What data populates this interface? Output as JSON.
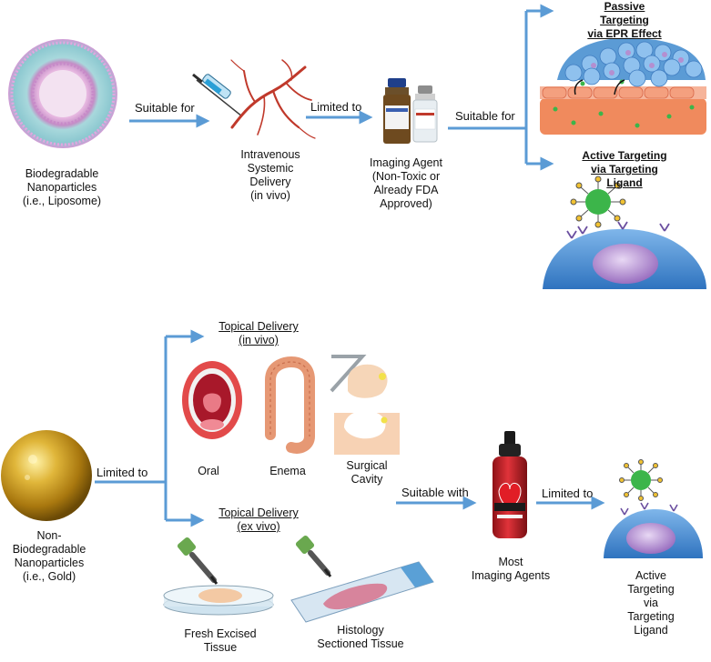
{
  "top": {
    "start_label": "Biodegradable\nNanoparticles\n(i.e., Liposome)",
    "arrow1_label": "Suitable for",
    "delivery_label": "Intravenous\nSystemic\nDelivery\n(in vivo)",
    "arrow2_label": "Limited to",
    "agent_label": "Imaging Agent\n(Non-Toxic or\nAlready FDA\nApproved)",
    "arrow3_label": "Suitable for",
    "passive_label": "Passive Targeting\nvia EPR Effect",
    "active_label": "Active Targeting\nvia Targeting Ligand"
  },
  "bottom": {
    "start_label": "Non-\nBiodegradable\nNanoparticles\n(i.e., Gold)",
    "arrow1_label": "Limited to",
    "topical_invivo_label": "Topical Delivery\n(in vivo)",
    "oral_label": "Oral",
    "enema_label": "Enema",
    "surgical_label": "Surgical\nCavity",
    "topical_exvivo_label": "Topical Delivery\n(ex vivo)",
    "fresh_label": "Fresh Excised\nTissue",
    "histology_label": "Histology\nSectioned Tissue",
    "arrow2_label": "Suitable with",
    "agents_label": "Most\nImaging Agents",
    "arrow3_label": "Limited to",
    "active_label": "Active Targeting\nvia Targeting Ligand"
  },
  "colors": {
    "arrow": "#5b9bd5",
    "liposome": "#a8d8dc",
    "gold": "#c9a227",
    "ink_bottle": "#c0252b",
    "cell": "#4a90d9",
    "nucleus": "#b48fd0",
    "ligand_particle": "#3cb54a"
  }
}
